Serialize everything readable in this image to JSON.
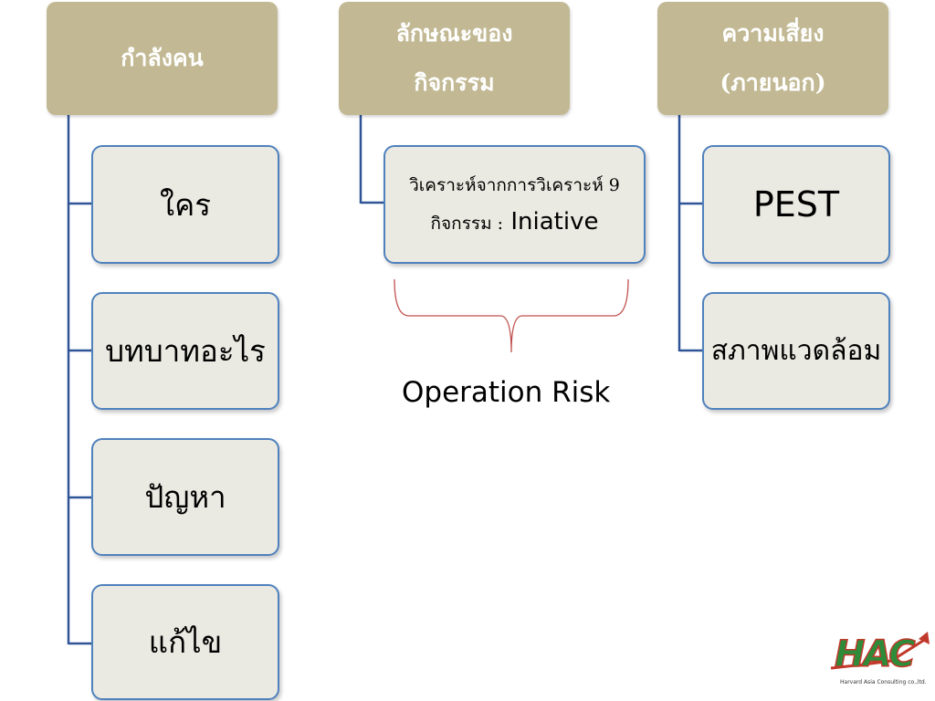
{
  "columns": [
    {
      "header": "กำลังคน",
      "items": [
        "ใคร",
        "บทบาทอะไร",
        "ปัญหา",
        "แก้ไข"
      ]
    },
    {
      "header": "ลักษณะของ\nกิจกรรม",
      "item_thai": "วิเคราะห์จากการวิเคราะห์ 9\nกิจกรรม :",
      "item_latin": " Iniative"
    },
    {
      "header": "ความเสี่ยง\n(ภายนอก)",
      "items": [
        "PEST",
        "สภาพแวดล้อม"
      ]
    }
  ],
  "brace_label": "Operation Risk",
  "logo": {
    "text": "HAC",
    "subtext": "Harvard Asia Consulting co.,ltd."
  },
  "colors": {
    "header_fill": "#c2b994",
    "box_fill": "#eaeae2",
    "box_border": "#4f81bd",
    "connector": "#2f5597",
    "brace": "#c0504d"
  }
}
